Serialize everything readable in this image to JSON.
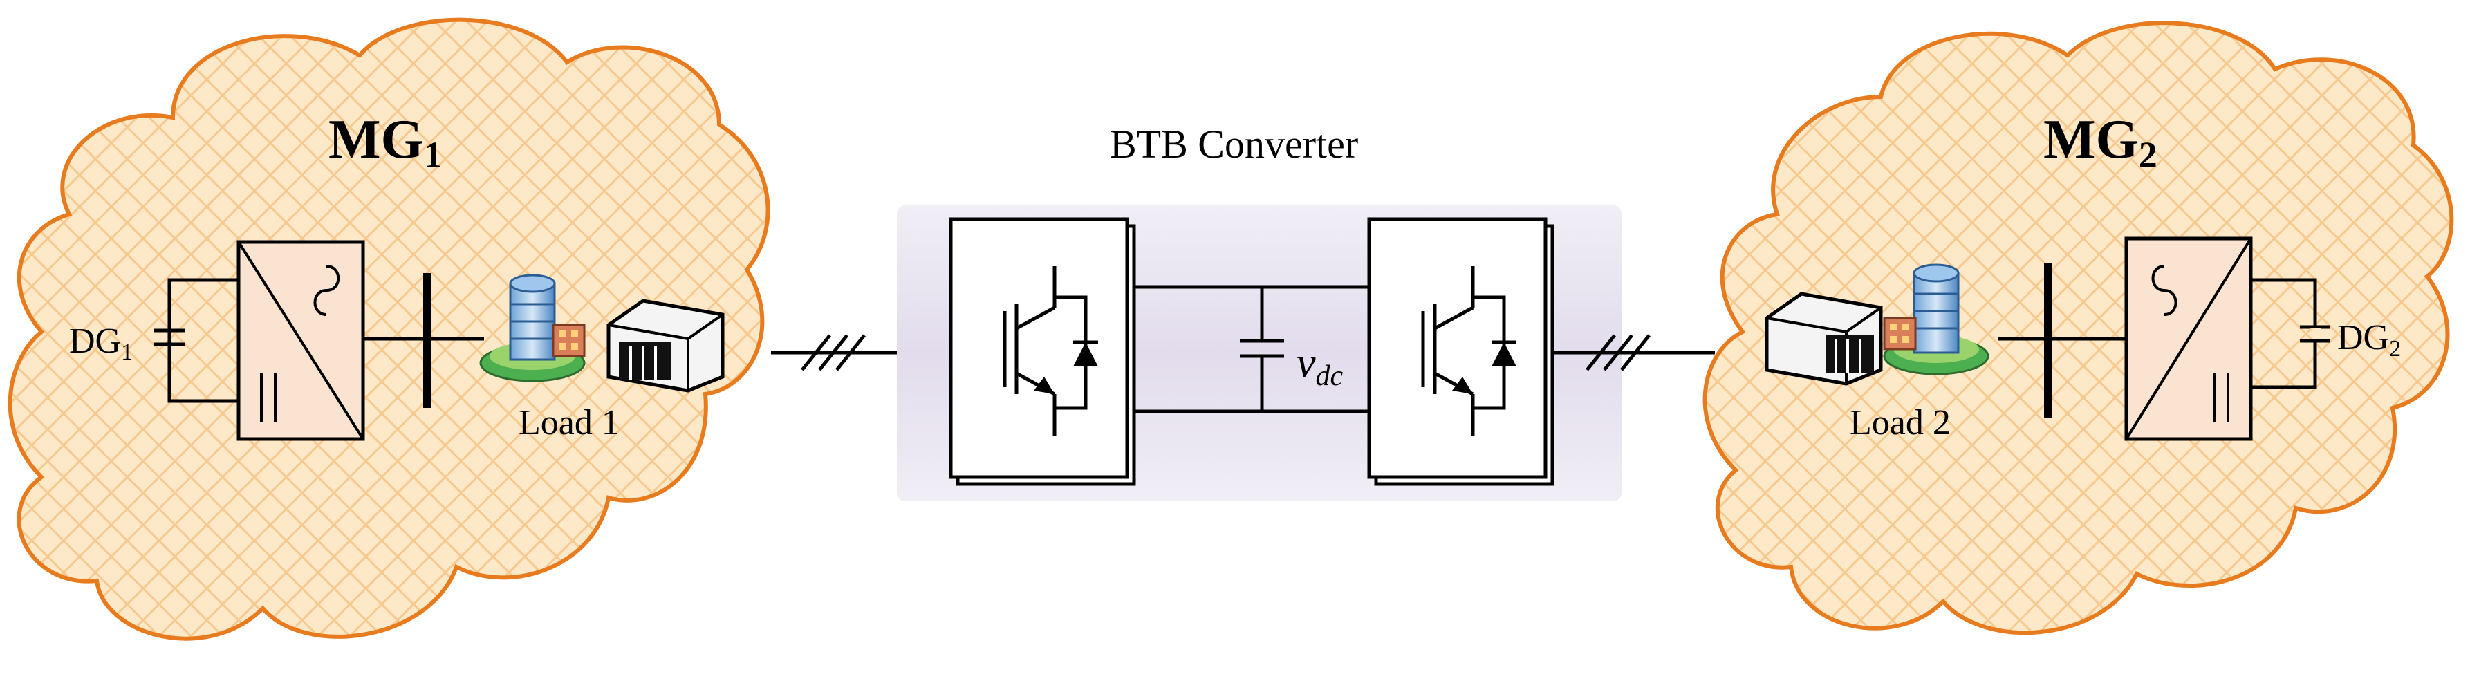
{
  "microgrid_1": {
    "title": "MG",
    "title_subscript": "1",
    "dg_label": "DG",
    "dg_subscript": "1",
    "load_label": "Load 1"
  },
  "microgrid_2": {
    "title": "MG",
    "title_subscript": "2",
    "dg_label": "DG",
    "dg_subscript": "2",
    "load_label": "Load 2"
  },
  "converter": {
    "title": "BTB Converter",
    "dc_voltage_symbol": "v",
    "dc_voltage_subscript": "dc"
  },
  "colors": {
    "cloud_outline": "#e87b1e",
    "cloud_fill": "#fde8c8",
    "cloud_hatch": "#f7c98f",
    "inverter_fill": "#fbe3d1",
    "converter_bg": "#ebe7f2",
    "line": "#000000"
  }
}
